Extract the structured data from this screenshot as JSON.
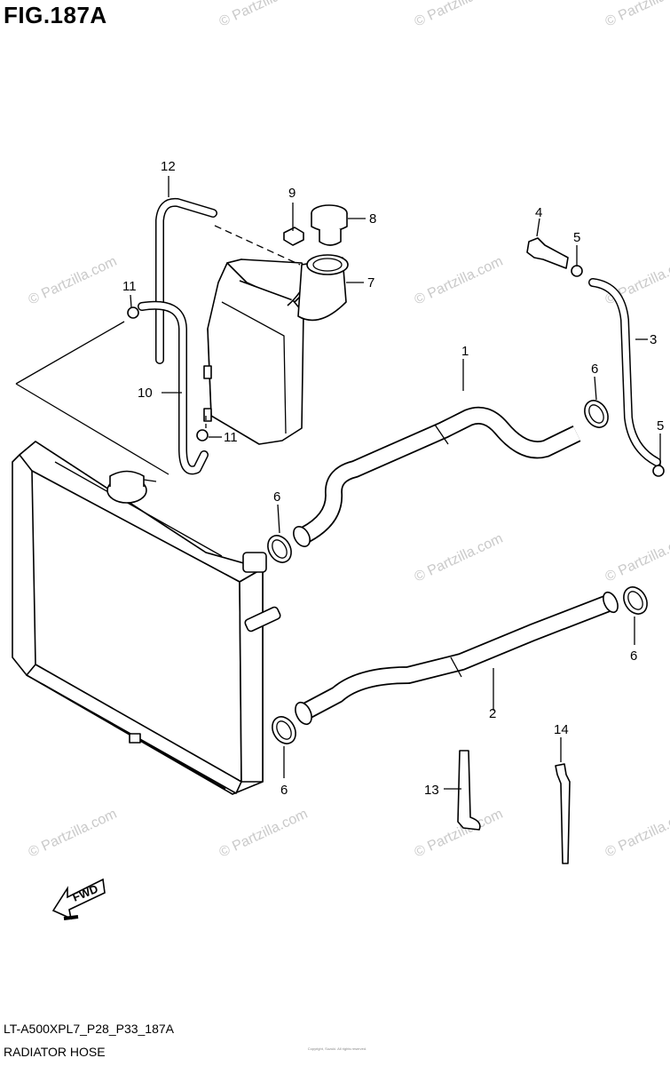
{
  "figure": {
    "title": "FIG.187A",
    "code": "LT-A500XPL7_P28_P33_187A",
    "caption": "RADIATOR HOSE",
    "fwd_label": "FWD",
    "watermark": "© Partzilla.com",
    "fine_print": "Copyright, Suzuki. All rights reserved."
  },
  "callouts": {
    "c1": "1",
    "c2": "2",
    "c3": "3",
    "c4": "4",
    "c5a": "5",
    "c5b": "5",
    "c6a": "6",
    "c6b": "6",
    "c6c": "6",
    "c6d": "6",
    "c7": "7",
    "c8": "8",
    "c9": "9",
    "c10": "10",
    "c11a": "11",
    "c11b": "11",
    "c12": "12",
    "c13": "13",
    "c14": "14"
  }
}
